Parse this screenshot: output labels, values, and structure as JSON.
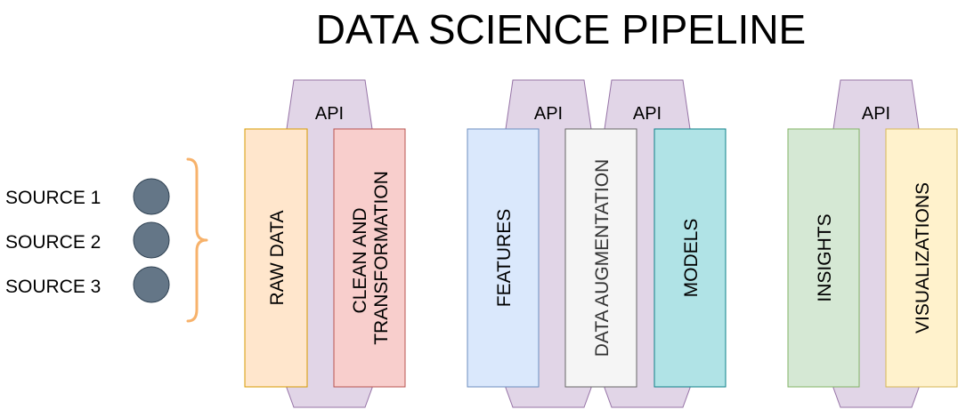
{
  "title": "DATA SCIENCE PIPELINE",
  "sources": [
    {
      "label": "SOURCE 1"
    },
    {
      "label": "SOURCE 2"
    },
    {
      "label": "SOURCE 3"
    }
  ],
  "apis": [
    {
      "label": "API"
    },
    {
      "label": "API"
    },
    {
      "label": "API"
    },
    {
      "label": "API"
    }
  ],
  "stages": [
    {
      "lines": [
        "RAW DATA"
      ]
    },
    {
      "lines": [
        "CLEAN AND",
        "TRANSFORMATION"
      ]
    },
    {
      "lines": [
        "FEATURES"
      ]
    },
    {
      "lines": [
        "DATA AUGMENTATION"
      ]
    },
    {
      "lines": [
        "MODELS"
      ]
    },
    {
      "lines": [
        "INSIGHTS"
      ]
    },
    {
      "lines": [
        "VISUALIZATIONS"
      ]
    }
  ],
  "colors": {
    "api_fill": "#e1d5e7",
    "api_stroke": "#9673a6",
    "source_fill": "#647687",
    "source_stroke": "#314354",
    "brace": "#f7b26b",
    "raw_data_fill": "#ffe6cc",
    "raw_data_stroke": "#d79b00",
    "clean_fill": "#f8cecc",
    "clean_stroke": "#b85450",
    "features_fill": "#dae8fc",
    "features_stroke": "#6c8ebf",
    "augmentation_fill": "#f5f5f5",
    "augmentation_stroke": "#666666",
    "models_fill": "#b0e3e6",
    "models_stroke": "#0e8088",
    "insights_fill": "#d5e8d4",
    "insights_stroke": "#82b366",
    "visualizations_fill": "#fff2cc",
    "visualizations_stroke": "#d6b656"
  },
  "icons": {
    "source_marker": "filled-circle-icon",
    "grouping": "curly-brace-icon"
  }
}
